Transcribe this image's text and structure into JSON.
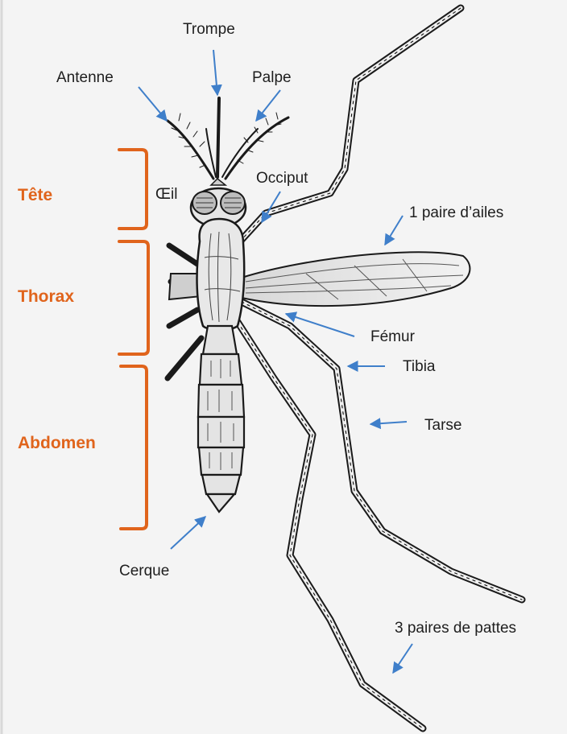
{
  "colors": {
    "accent": "#e0641c",
    "arrow": "#3f7fca",
    "ink": "#1a1a1a",
    "background": "#f4f4f4"
  },
  "body_parts": {
    "head": "Tête",
    "thorax": "Thorax",
    "abdomen": "Abdomen"
  },
  "labels": {
    "trompe": "Trompe",
    "antenne": "Antenne",
    "palpe": "Palpe",
    "oeil": "Œil",
    "occiput": "Occiput",
    "ailes": "1 paire d’ailes",
    "femur": "Fémur",
    "tibia": "Tibia",
    "tarse": "Tarse",
    "cerque": "Cerque",
    "pattes": "3 paires de pattes"
  }
}
